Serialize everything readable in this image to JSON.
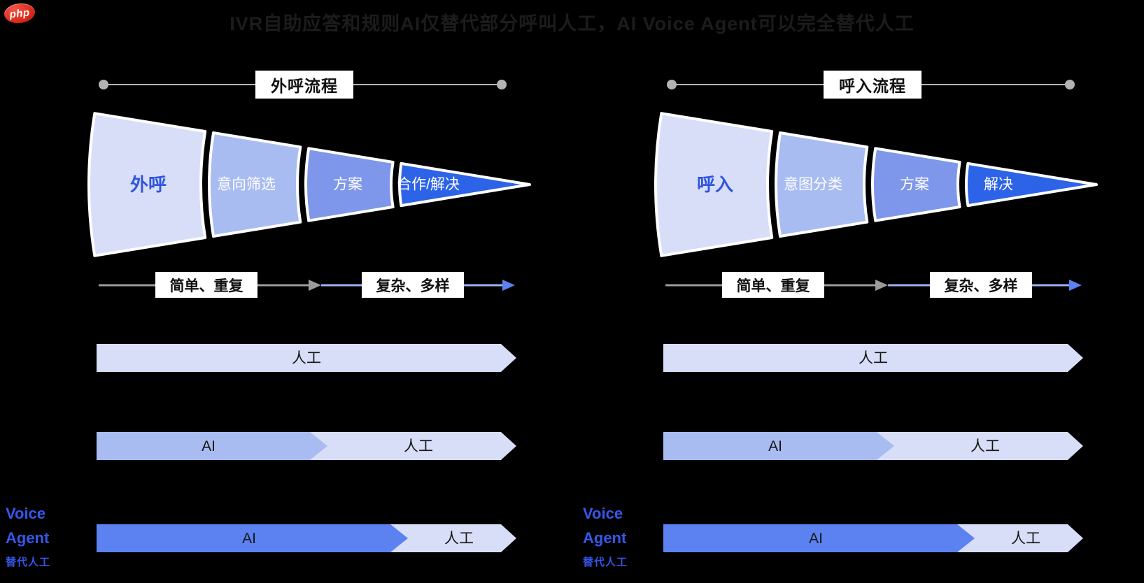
{
  "logo": {
    "text": "php"
  },
  "title": "IVR自助应答和规则AI仅替代部分呼叫人工，AI Voice Agent可以完全替代人工",
  "colors": {
    "funnel_s1": "#d8def7",
    "funnel_s2": "#a9bcf2",
    "funnel_s3": "#7e97ea",
    "funnel_s4": "#2d63e6",
    "funnel_s1_text": "#2e55e0",
    "funnel_text_white": "#ffffff",
    "bar_light": "#d8def7",
    "bar_medium": "#a9bcf2",
    "bar_strong": "#5b82f0",
    "arrow_gray": "#9b9b9b",
    "arrow_blue_line": "#9db3f3",
    "arrow_blue_head": "#5b82f0",
    "header_line_gray": "#b3b3b3",
    "voice_agent_blue": "#3657ea"
  },
  "left": {
    "header": "外呼流程",
    "funnel": {
      "s1": "外呼",
      "s2": "意向筛选",
      "s3": "方案",
      "s4": "合作/解决"
    },
    "axis": {
      "simple": "简单、重复",
      "complex": "复杂、多样"
    },
    "bar1": {
      "label": "人工"
    },
    "bar2": {
      "ai": "AI",
      "human": "人工"
    },
    "bar3": {
      "ai": "AI",
      "human": "人工"
    },
    "voice": {
      "line1": "Voice",
      "line2": "Agent",
      "sub": "替代人工"
    }
  },
  "right": {
    "header": "呼入流程",
    "funnel": {
      "s1": "呼入",
      "s2": "意图分类",
      "s3": "方案",
      "s4": "解决"
    },
    "axis": {
      "simple": "简单、重复",
      "complex": "复杂、多样"
    },
    "bar1": {
      "label": "人工"
    },
    "bar2": {
      "ai": "AI",
      "human": "人工"
    },
    "bar3": {
      "ai": "AI",
      "human": "人工"
    },
    "voice": {
      "line1": "Voice",
      "line2": "Agent",
      "sub": "替代人工"
    }
  }
}
